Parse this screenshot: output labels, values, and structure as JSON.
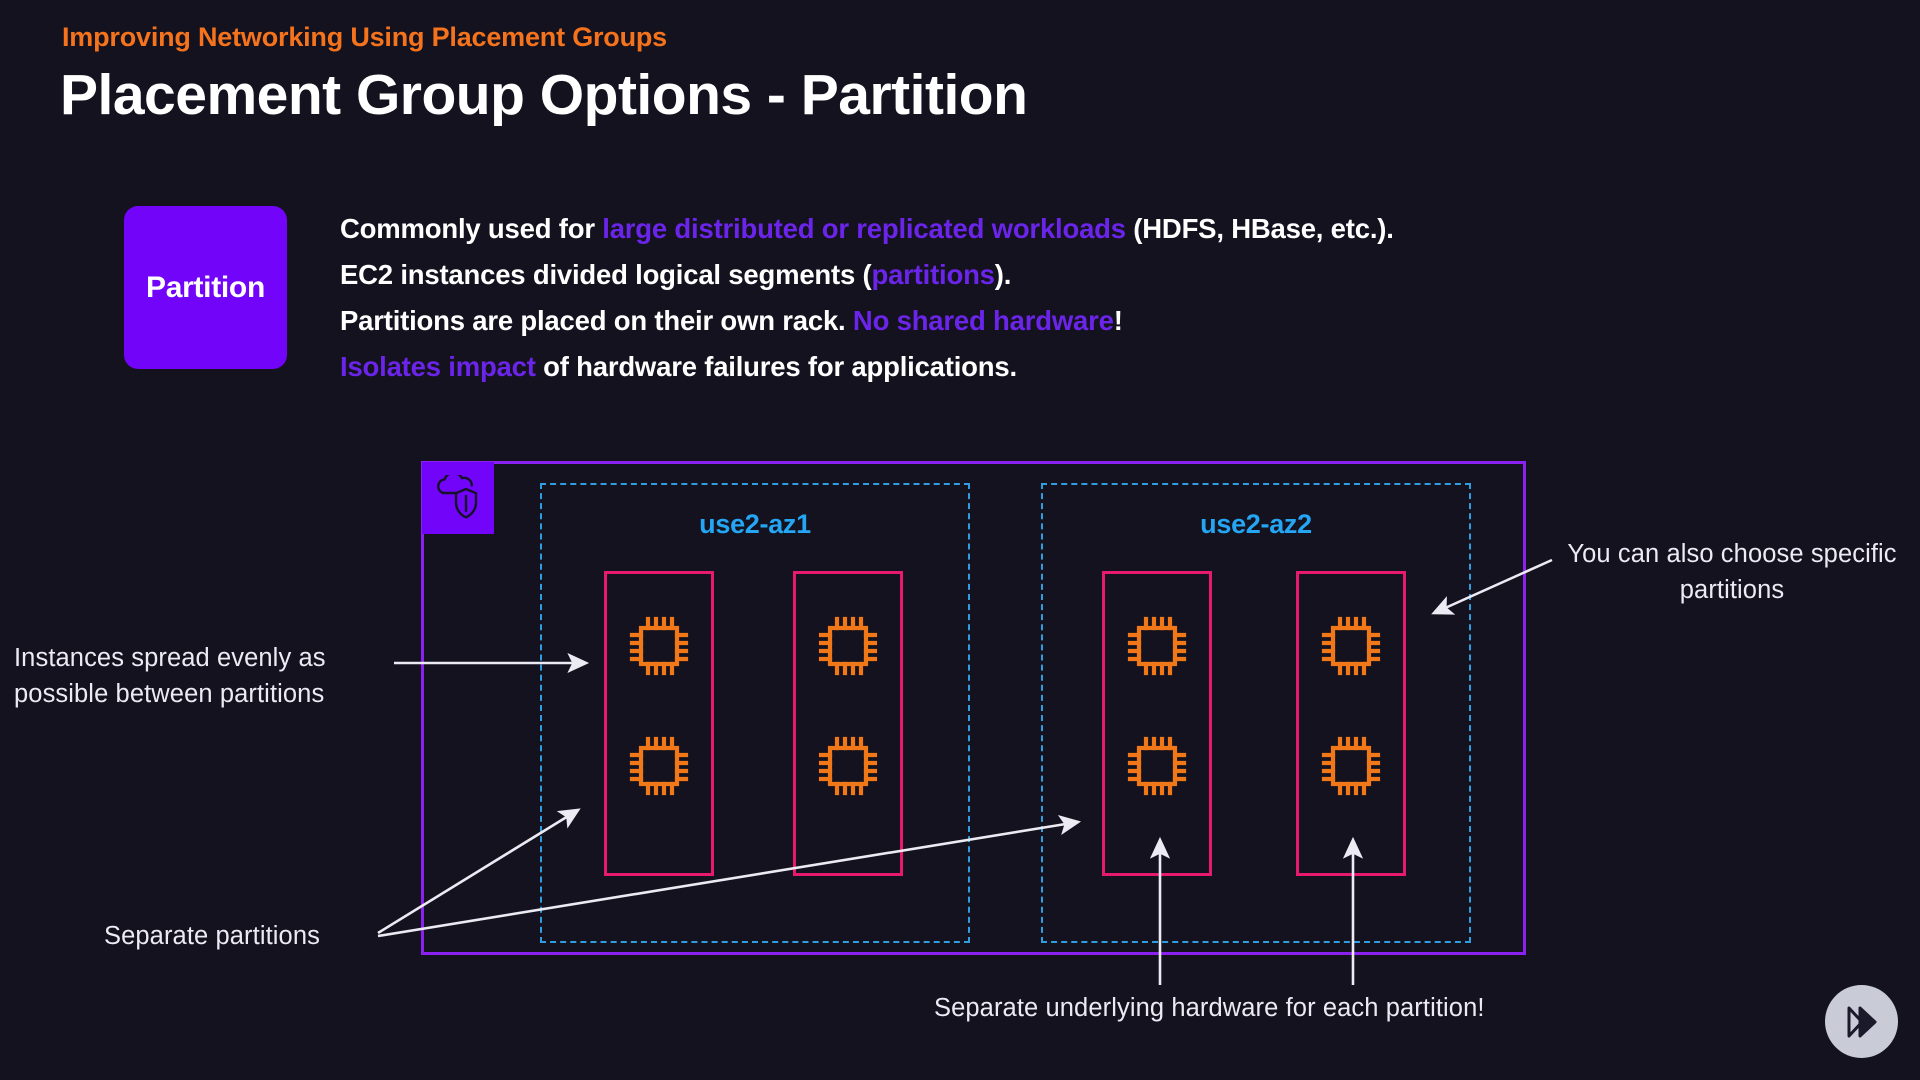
{
  "slide": {
    "eyebrow": "Improving Networking Using Placement Groups",
    "title": "Placement Group Options - Partition",
    "background_color": "#14121e"
  },
  "badge": {
    "label": "Partition",
    "color": "#7204fa"
  },
  "body": {
    "line1": {
      "part1": "Commonly used for ",
      "highlight1": "large distributed or replicated workloads",
      "part2": " (HDFS, HBase, etc.)."
    },
    "line2": {
      "part1": "EC2 instances divided logical segments (",
      "highlight1": "partitions",
      "part2": ")."
    },
    "line3": {
      "part1": "Partitions are placed on their own rack. ",
      "highlight1": "No shared hardware",
      "part2": "!"
    },
    "line4": {
      "highlight1": "Isolates impact",
      "part2": " of hardware failures for applications."
    },
    "highlight_color": "#6b24ea"
  },
  "diagram": {
    "vpc_icon_name": "aws-vpc-shield-icon",
    "vpc_border_color": "#8a21f0",
    "availability_zones": [
      {
        "label": "use2-az1",
        "partitions": 2,
        "instances_per_partition": 2
      },
      {
        "label": "use2-az2",
        "partitions": 2,
        "instances_per_partition": 2
      }
    ],
    "az_border_color": "#2f9de0",
    "az_label_color": "#24a6f5",
    "partition_border_color": "#e81a6f",
    "instance_icon_name": "cpu-chip-icon",
    "instance_icon_color": "#f07818"
  },
  "annotations": {
    "left_top": "Instances spread evenly as possible between partitions",
    "right_top": "You can also choose specific partitions",
    "separate_partitions": "Separate partitions",
    "bottom": "Separate underlying hardware for each partition!"
  },
  "play_badge": {
    "icon_name": "play-forward-icon",
    "color": "#c9ccd6"
  }
}
